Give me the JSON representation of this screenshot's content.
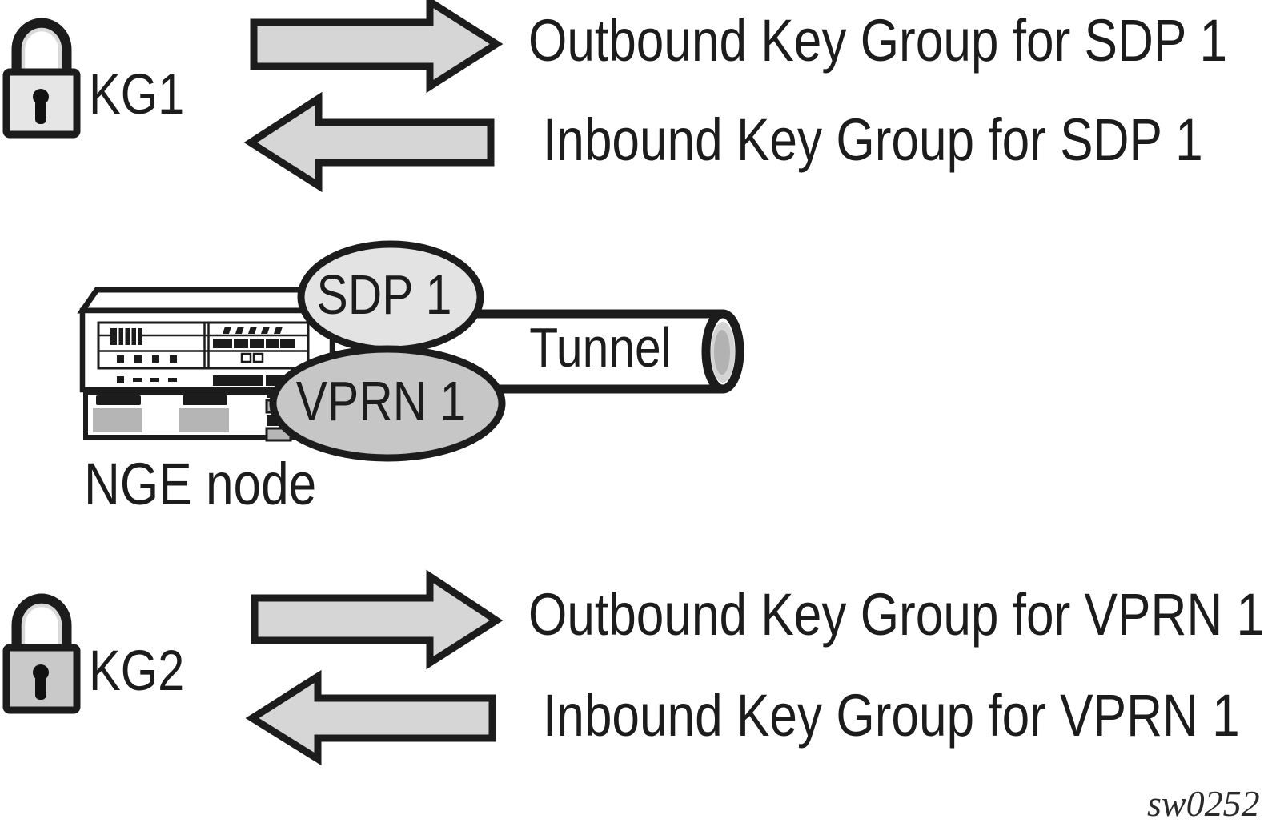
{
  "top_section": {
    "kg_label": "KG1",
    "outbound_label": "Outbound Key Group for SDP 1",
    "inbound_label": "Inbound Key Group for SDP 1"
  },
  "node": {
    "label": "NGE node",
    "sdp_label": "SDP 1",
    "vprn_label": "VPRN 1",
    "tunnel_label": "Tunnel"
  },
  "bottom_section": {
    "kg_label": "KG2",
    "outbound_label": "Outbound Key Group for VPRN 1",
    "inbound_label": "Inbound Key Group for VPRN 1"
  },
  "watermark": "sw0252",
  "icons": {
    "kg1": "padlock-icon",
    "kg2": "padlock-icon",
    "outbound": "arrow-right-icon",
    "inbound": "arrow-left-icon",
    "node": "router-chassis-icon",
    "tunnel": "pipe-icon"
  },
  "colors": {
    "outline": "#1c1c1c",
    "arrow_fill": "#d6d6d6",
    "sdp_fill": "#e3e3e3",
    "vprn_fill": "#c6c6c6",
    "kg1_body_fill": "#e6e6e6",
    "kg2_body_fill": "#c9c9c9",
    "device_gray": "#b5b5b5",
    "tunnel_inner": "#d4d4d4",
    "tunnel_core": "#b2b2b2"
  }
}
